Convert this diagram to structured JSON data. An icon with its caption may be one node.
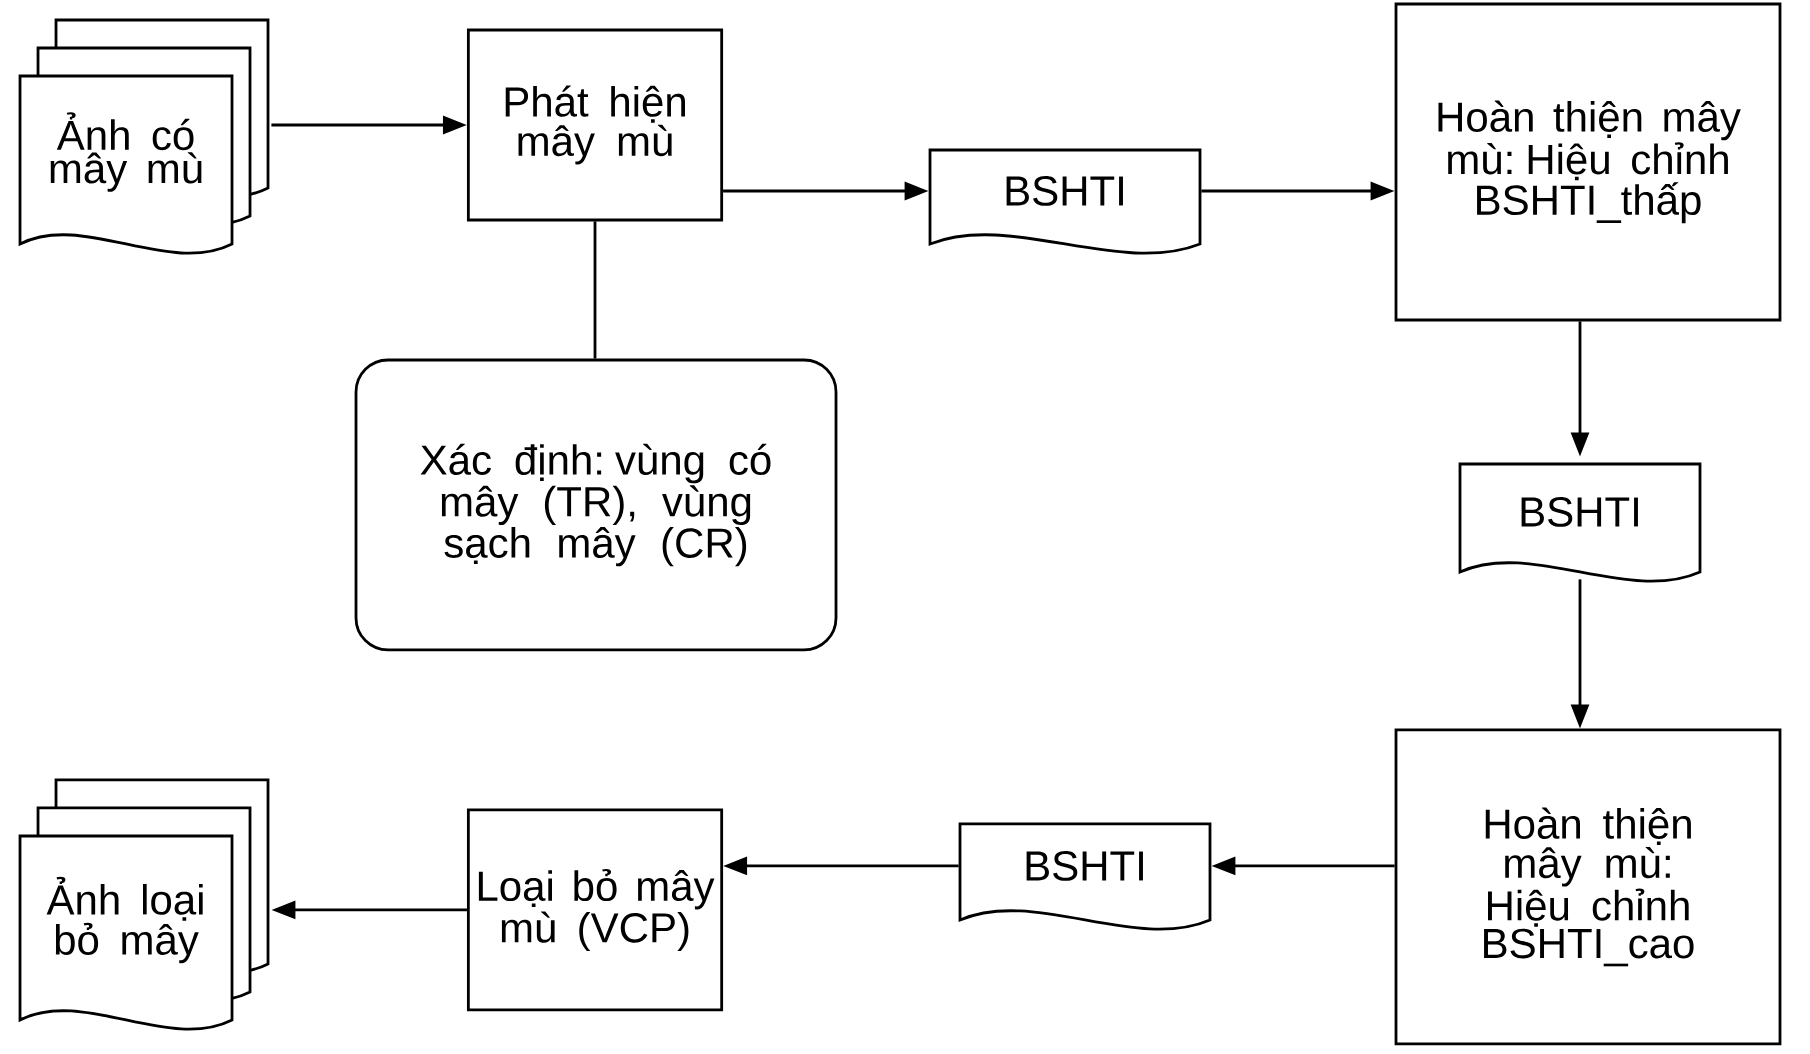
{
  "diagram": {
    "nodes": [
      {
        "text": [
          "Ảnh có mây mù"
        ]
      },
      {
        "text": [
          "Phát hiện mây mù"
        ]
      },
      {
        "text": [
          "BSHTI"
        ]
      },
      {
        "text": [
          "Hoàn thiện mây mù: Hiệu chỉnh BSHTI_thấp"
        ]
      },
      {
        "text": [
          "BSHTI"
        ]
      },
      {
        "text": [
          "Hoàn thiện mây mù: Hiệu chỉnh BSHTI_cao"
        ]
      },
      {
        "text": [
          "BSHTI"
        ]
      },
      {
        "text": [
          "Loại bỏ mây mù (VCP)"
        ]
      },
      {
        "text": [
          "Ảnh loại bỏ mây"
        ]
      },
      {
        "text": [
          "Xác định: vùng có mây (TR), vùng sạch mây (CR)"
        ]
      }
    ],
    "edges": [
      {
        "from": 0,
        "to": 1,
        "arrow": "to"
      },
      {
        "from": 1,
        "to": 2,
        "arrow": "to"
      },
      {
        "from": 2,
        "to": 3,
        "arrow": "to"
      },
      {
        "from": 3,
        "to": 4,
        "arrow": "to"
      },
      {
        "from": 4,
        "to": 5,
        "arrow": "to"
      },
      {
        "from": 5,
        "to": 6,
        "arrow": "to"
      },
      {
        "from": 6,
        "to": 7,
        "arrow": "to"
      },
      {
        "from": 7,
        "to": 8,
        "arrow": "to"
      },
      {
        "from": 1,
        "to": 9,
        "arrow": "none"
      }
    ]
  }
}
